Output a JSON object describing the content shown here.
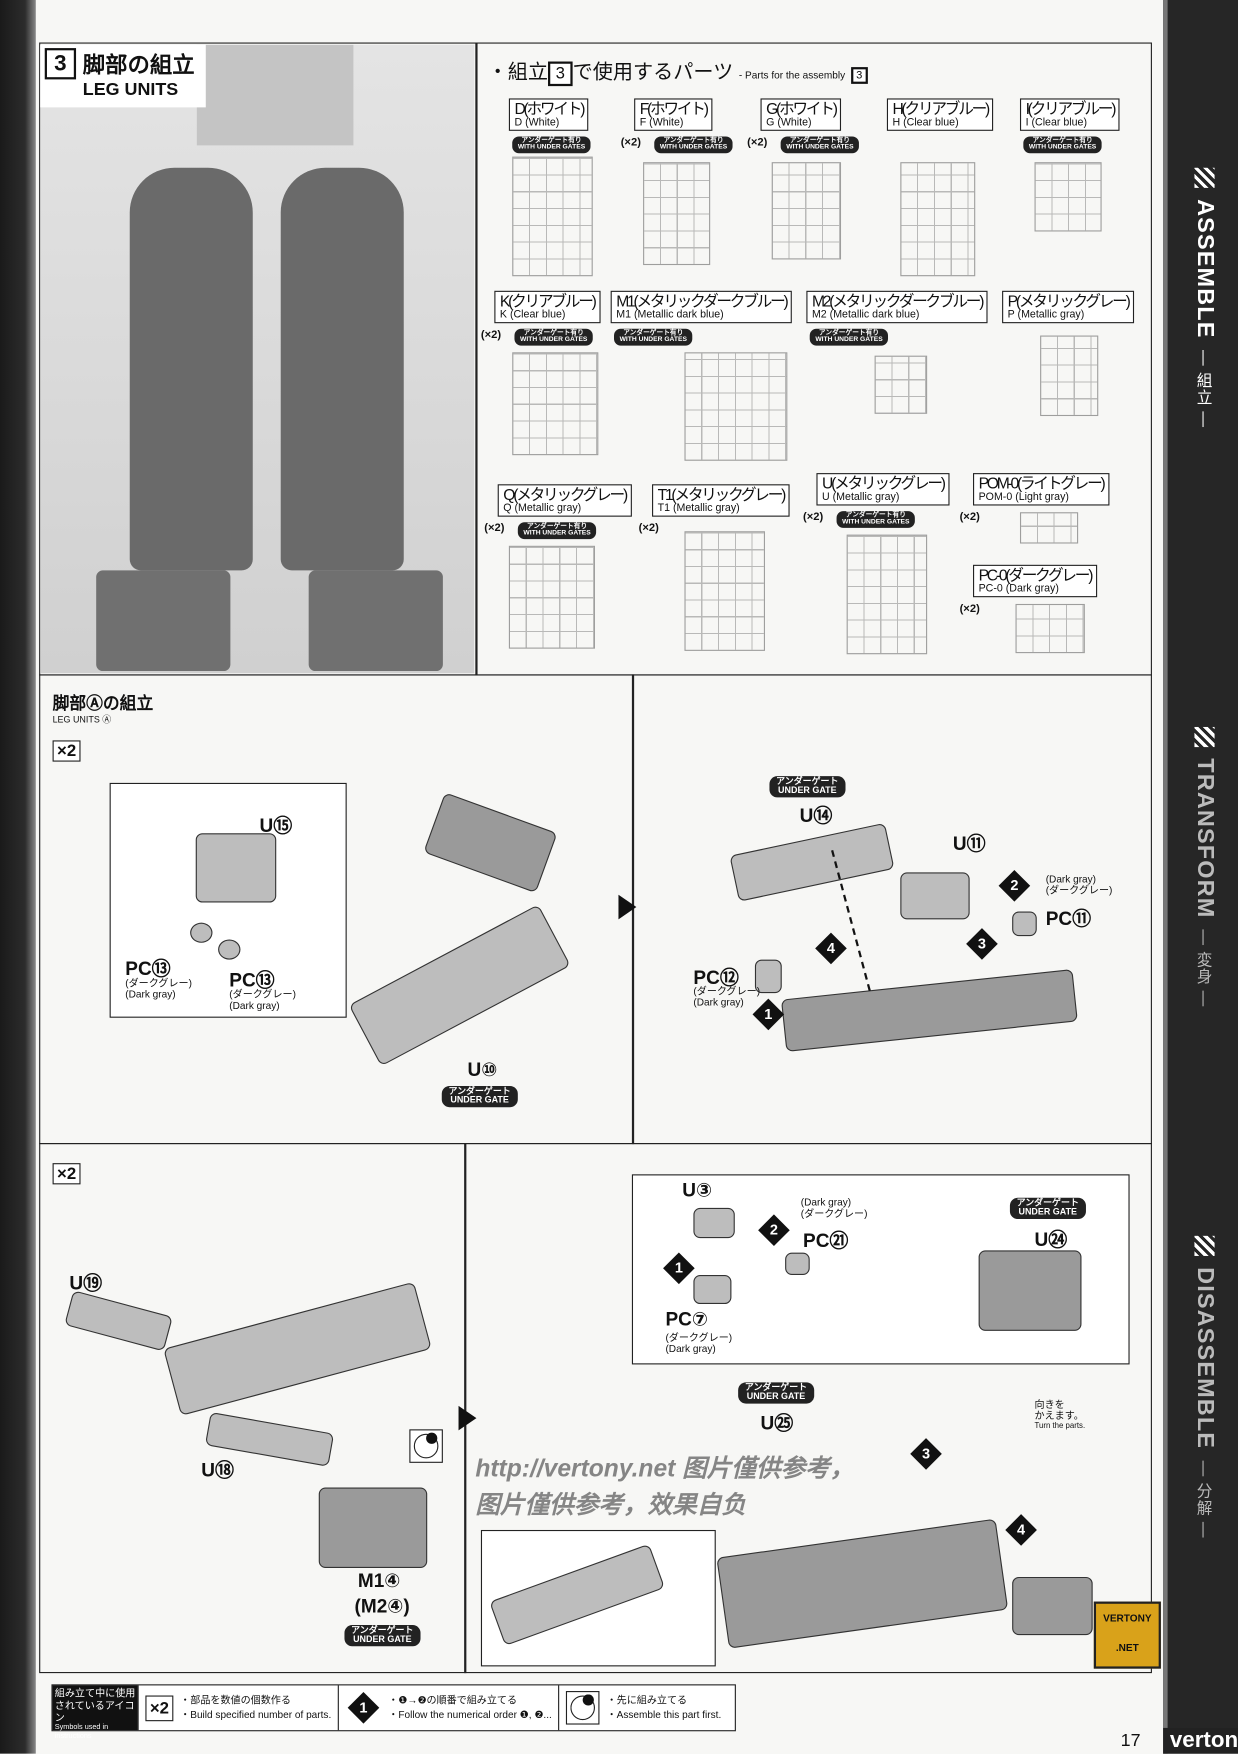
{
  "section": {
    "number": "3",
    "title_jp": "脚部の組立",
    "title_en": "LEG UNITS"
  },
  "parts_header": {
    "prefix": "・組立",
    "num": "3",
    "suffix": "で使用するパーツ",
    "en": "- Parts for the assembly",
    "en_num": "3"
  },
  "parts": [
    {
      "jp": "D(ホワイト)",
      "en": "D (White)",
      "qty": "",
      "gate": true
    },
    {
      "jp": "F(ホワイト)",
      "en": "F (White)",
      "qty": "(×2)",
      "gate": true
    },
    {
      "jp": "G(ホワイト)",
      "en": "G (White)",
      "qty": "(×2)",
      "gate": true
    },
    {
      "jp": "H(クリアブルー)",
      "en": "H (Clear blue)",
      "qty": "",
      "gate": false
    },
    {
      "jp": "I(クリアブルー)",
      "en": "I (Clear blue)",
      "qty": "",
      "gate": true
    },
    {
      "jp": "K(クリアブルー)",
      "en": "K (Clear blue)",
      "qty": "(×2)",
      "gate": true
    },
    {
      "jp": "M1(メタリックダークブルー)",
      "en": "M1 (Metallic dark blue)",
      "qty": "",
      "gate": true
    },
    {
      "jp": "M2(メタリックダークブルー)",
      "en": "M2 (Metallic dark blue)",
      "qty": "",
      "gate": true
    },
    {
      "jp": "P(メタリックグレー)",
      "en": "P (Metallic gray)",
      "qty": "",
      "gate": false
    },
    {
      "jp": "Q(メタリックグレー)",
      "en": "Q (Metallic gray)",
      "qty": "(×2)",
      "gate": true
    },
    {
      "jp": "T1(メタリックグレー)",
      "en": "T1 (Metallic gray)",
      "qty": "(×2)",
      "gate": false
    },
    {
      "jp": "U(メタリックグレー)",
      "en": "U (Metallic gray)",
      "qty": "(×2)",
      "gate": true
    },
    {
      "jp": "POM-0(ライトグレー)",
      "en": "POM-0 (Light gray)",
      "qty": "(×2)",
      "gate": false
    },
    {
      "jp": "PC-0(ダークグレー)",
      "en": "PC-0 (Dark gray)",
      "qty": "(×2)",
      "gate": false
    }
  ],
  "gate_badge": {
    "jp": "アンダーゲート有り",
    "en": "WITH UNDER GATES"
  },
  "under_gate": {
    "jp": "アンダーゲート",
    "en": "UNDER GATE"
  },
  "leg_a": {
    "title_jp": "脚部Ⓐの組立",
    "title_en": "LEG UNITS Ⓐ",
    "x2": "×2"
  },
  "dark_gray": {
    "jp": "(ダークグレー)",
    "en": "(Dark gray)"
  },
  "labels": {
    "u15": "U⑮",
    "pc13a": "PC⑬",
    "pc13b": "PC⑬",
    "u10": "U⑩",
    "u14": "U⑭",
    "u11": "U⑪",
    "pc11": "PC⑪",
    "pc12": "PC⑫",
    "u19": "U⑲",
    "u18": "U⑱",
    "m1_4": "M1④",
    "m2_4": "(M2④)",
    "u3": "U③",
    "pc21": "PC㉑",
    "pc7": "PC⑦",
    "u24": "U㉔",
    "u25": "U㉕"
  },
  "steps": [
    "1",
    "2",
    "3",
    "4"
  ],
  "turn": {
    "jp1": "向きを",
    "jp2": "かえます。",
    "en": "Turn the parts."
  },
  "bottom_x2": "×2",
  "legend": {
    "head_jp": "組み立て中に使用されているアイコン",
    "head_en": "Symbols used in instructions",
    "x2_label": "×2",
    "x2_jp": "・部品を数値の個数作る",
    "x2_en": "・Build specified number of parts.",
    "order_num": "1",
    "order_jp": "・❶→❷の順番で組み立てる",
    "order_en": "・Follow the numerical order ❶, ❷...",
    "first_jp": "・先に組み立てる",
    "first_en": "・Assemble this part first."
  },
  "sidebar": [
    {
      "en": "ASSEMBLE",
      "jp": "— 組立 —"
    },
    {
      "en": "TRANSFORM",
      "jp": "— 変身 —"
    },
    {
      "en": "DISASSEMBLE",
      "jp": "— 分解 —"
    }
  ],
  "page_number": "17",
  "watermark": {
    "line1": "http://vertony.net 图片僅供参考，",
    "line2": "图片僅供参考，效果自负",
    "logo": "VERTONY .NET"
  },
  "brand": "vertony.net"
}
